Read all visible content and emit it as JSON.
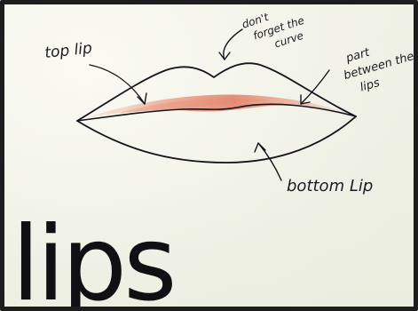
{
  "annotations": {
    "top_lip": "top lip",
    "curve": [
      "don't",
      "forget the",
      "curve"
    ],
    "between": [
      "part",
      "between the",
      "lips"
    ],
    "bottom_lip": "bottom Lip"
  },
  "title": "lips",
  "colors": {
    "paper": "#f5f6ec",
    "ink": "#16141c",
    "lip_shading": "#e9866f",
    "border": "#1d1d1d"
  }
}
